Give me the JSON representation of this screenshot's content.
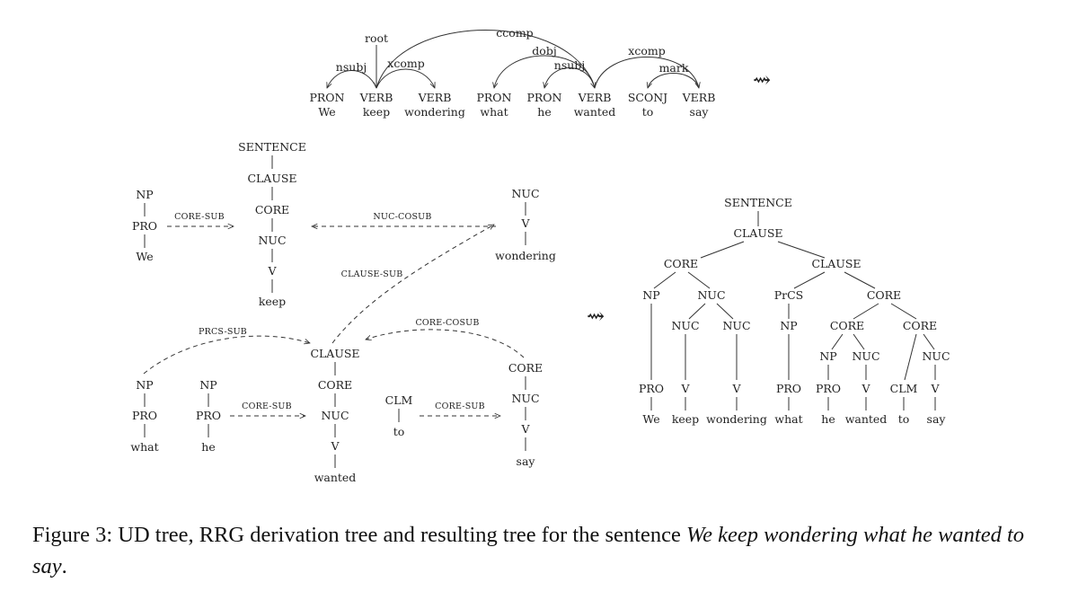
{
  "ud_tree": {
    "tokens": [
      {
        "pos": "PRON",
        "word": "We"
      },
      {
        "pos": "VERB",
        "word": "keep"
      },
      {
        "pos": "VERB",
        "word": "wondering"
      },
      {
        "pos": "PRON",
        "word": "what"
      },
      {
        "pos": "PRON",
        "word": "he"
      },
      {
        "pos": "VERB",
        "word": "wanted"
      },
      {
        "pos": "SCONJ",
        "word": "to"
      },
      {
        "pos": "VERB",
        "word": "say"
      }
    ],
    "root_label": "root",
    "arcs": [
      {
        "label": "nsubj",
        "head": 1,
        "dep": 0
      },
      {
        "label": "xcomp",
        "head": 1,
        "dep": 2
      },
      {
        "label": "ccomp",
        "head": 1,
        "dep": 5
      },
      {
        "label": "dobj",
        "head": 5,
        "dep": 3
      },
      {
        "label": "nsubj",
        "head": 5,
        "dep": 4
      },
      {
        "label": "xcomp",
        "head": 5,
        "dep": 7
      },
      {
        "label": "mark",
        "head": 7,
        "dep": 6
      }
    ]
  },
  "arrow_symbol": "⇝",
  "derivation": {
    "np_we": {
      "np": "NP",
      "pro": "PRO",
      "word": "We"
    },
    "main": {
      "sentence": "SENTENCE",
      "clause": "CLAUSE",
      "core": "CORE",
      "nuc": "NUC",
      "v": "V",
      "word": "keep"
    },
    "nuc_wondering": {
      "nuc": "NUC",
      "v": "V",
      "word": "wondering"
    },
    "np_what": {
      "np": "NP",
      "pro": "PRO",
      "word": "what"
    },
    "np_he": {
      "np": "NP",
      "pro": "PRO",
      "word": "he"
    },
    "clause_wanted": {
      "clause": "CLAUSE",
      "core": "CORE",
      "nuc": "NUC",
      "v": "V",
      "word": "wanted"
    },
    "clm_to": {
      "clm": "CLM",
      "word": "to"
    },
    "core_say": {
      "core": "CORE",
      "nuc": "NUC",
      "v": "V",
      "word": "say"
    },
    "ops": {
      "core_sub_1": "CORE-SUB",
      "nuc_cosub": "NUC-COSUB",
      "clause_sub": "CLAUSE-SUB",
      "prcs_sub": "PRCS-SUB",
      "core_cosub": "CORE-COSUB",
      "core_sub_2": "CORE-SUB",
      "core_sub_3": "CORE-SUB"
    }
  },
  "result_tree": {
    "sentence": "SENTENCE",
    "clause": "CLAUSE",
    "core_left": "CORE",
    "np_1": "NP",
    "nuc_main": "NUC",
    "nuc_a": "NUC",
    "nuc_b": "NUC",
    "clause_right": "CLAUSE",
    "prcs": "PrCS",
    "np_2": "NP",
    "core_right": "CORE",
    "core_inner": "CORE",
    "np_3": "NP",
    "nuc_c": "NUC",
    "core_last": "CORE",
    "nuc_d": "NUC",
    "pre_terminals": [
      "PRO",
      "V",
      "V",
      "PRO",
      "PRO",
      "V",
      "CLM",
      "V"
    ],
    "words": [
      "We",
      "keep",
      "wondering",
      "what",
      "he",
      "wanted",
      "to",
      "say"
    ]
  },
  "caption": {
    "prefix": "Figure 3: UD tree, RRG derivation tree and resulting tree for the sentence ",
    "sentence": "We keep wondering what he wanted to say",
    "suffix": "."
  }
}
